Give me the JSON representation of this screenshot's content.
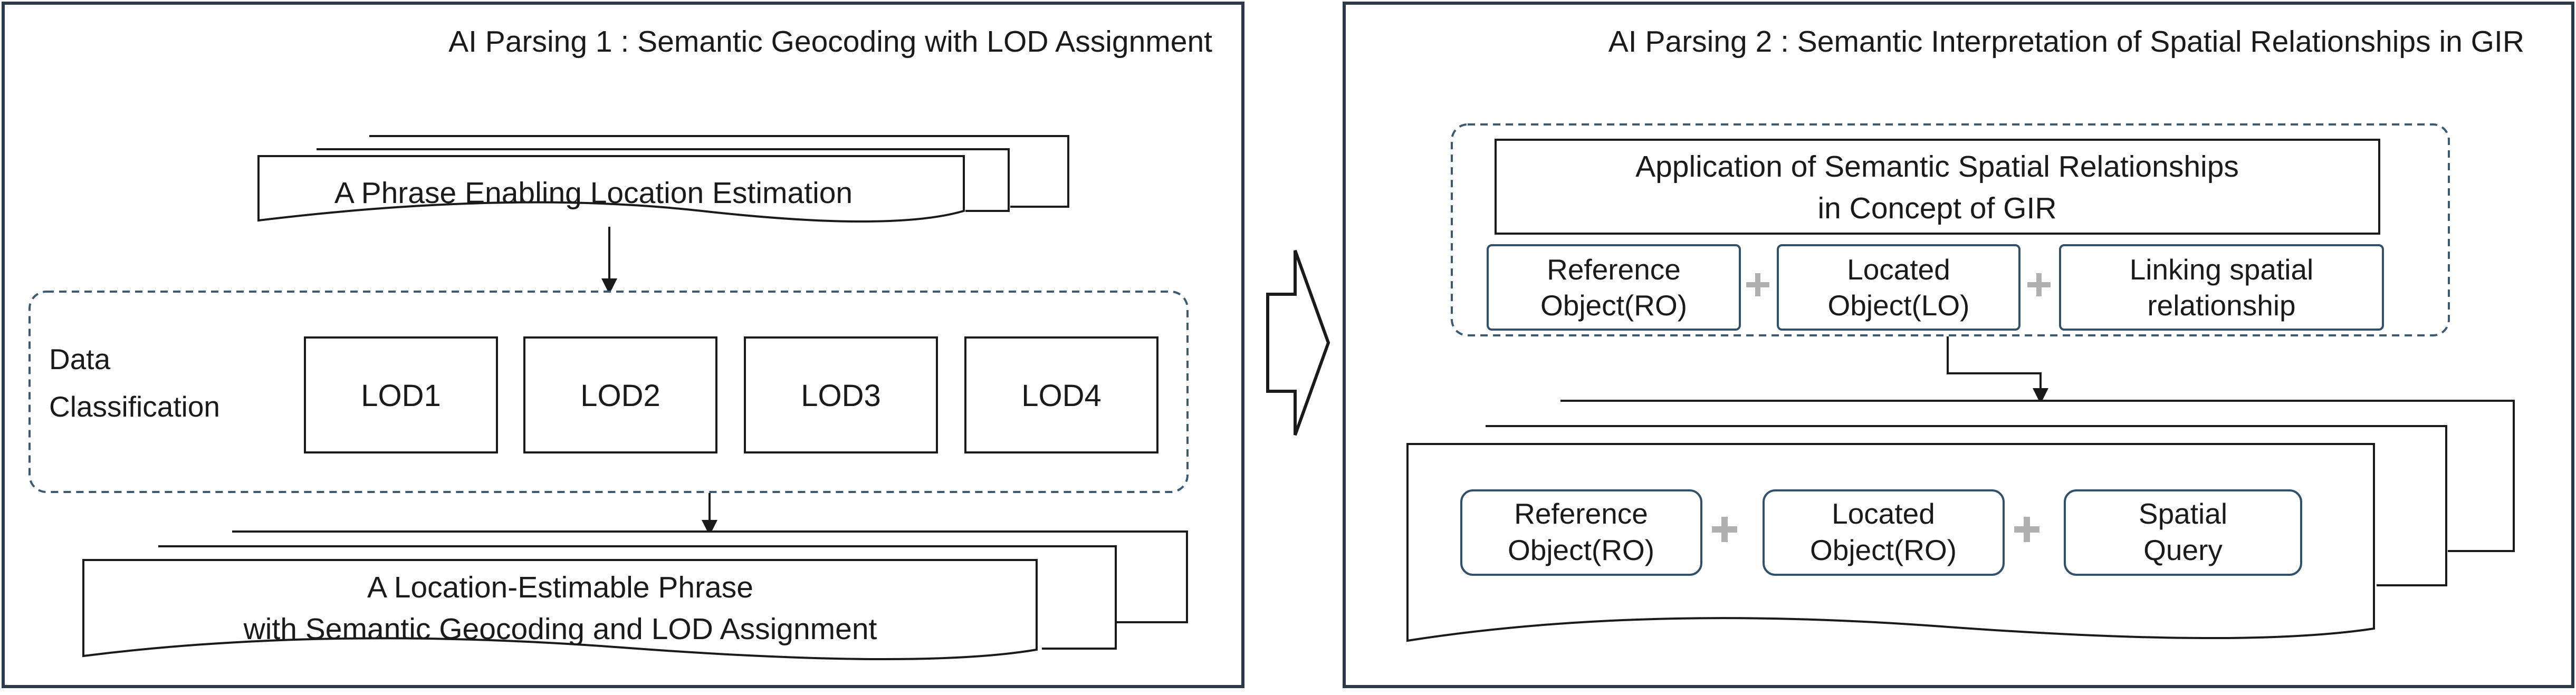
{
  "left_panel": {
    "title": "AI Parsing 1 : Semantic Geocoding with LOD Assignment",
    "input_phrase": "A Phrase Enabling Location Estimation",
    "classification_label": [
      "Data",
      "Classification"
    ],
    "lod_boxes": [
      "LOD1",
      "LOD2",
      "LOD3",
      "LOD4"
    ],
    "output_phrase": [
      "A Location-Estimable Phrase",
      "with Semantic Geocoding and LOD Assignment"
    ]
  },
  "right_panel": {
    "title": "AI Parsing 2 : Semantic Interpretation  of Spatial Relationships  in GIR",
    "concept_box": [
      "Application of Semantic Spatial Relationships",
      "in Concept of GIR"
    ],
    "concept_parts": [
      [
        "Reference",
        "Object(RO)"
      ],
      [
        "Located",
        "Object(LO)"
      ],
      [
        "Linking spatial",
        "relationship"
      ]
    ],
    "output_parts": [
      [
        "Reference",
        "Object(RO)"
      ],
      [
        "Located",
        "Object(RO)"
      ],
      [
        "Spatial",
        "Query"
      ]
    ]
  },
  "colors": {
    "panel_border": "#2b3a4a",
    "dashed_border": "#3d5a73",
    "rounded_box_border": "#33506b",
    "plus_sign": "#b0b0b0",
    "text": "#1a1a1a"
  }
}
